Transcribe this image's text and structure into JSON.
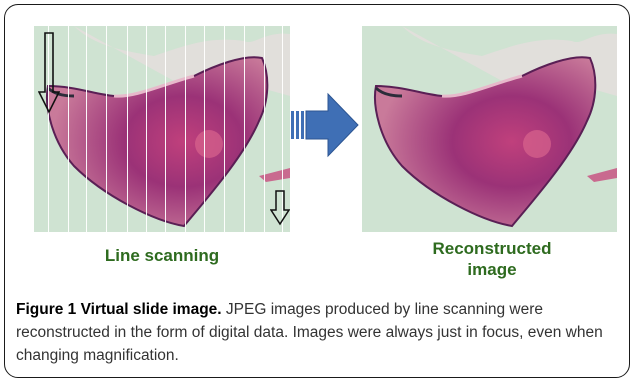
{
  "figure": {
    "panel_left_label": "Line scanning",
    "panel_right_label_line1": "Reconstructed",
    "panel_right_label_line2": "image",
    "caption_figure_number": "Figure 1",
    "caption_title": "Virtual slide image.",
    "caption_body": "JPEG images produced by line scanning were reconstructed in the form of digital data. Images were always just in focus, even when changing magnification.",
    "colors": {
      "label_green": "#2e6b1f",
      "arrow_blue": "#3f6fb5",
      "tissue_pink": "#c96a8f",
      "tissue_dark": "#8a2c6a",
      "background": "#cfe3d2"
    }
  }
}
